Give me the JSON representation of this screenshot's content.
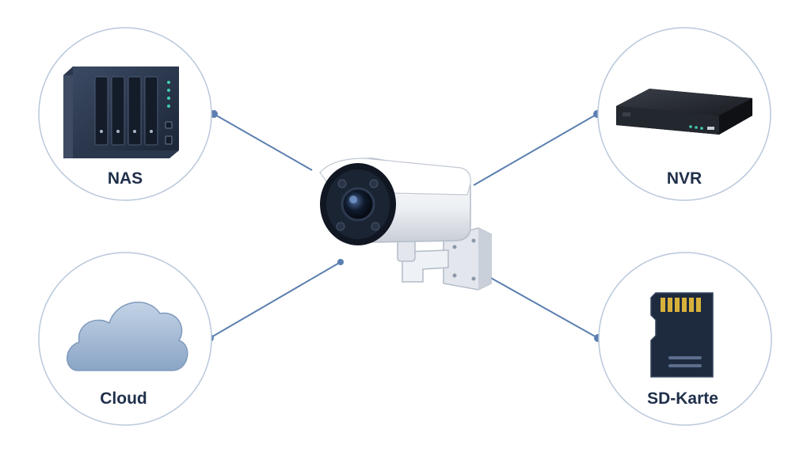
{
  "diagram": {
    "center": {
      "icon": "security-camera-icon"
    },
    "nodes": [
      {
        "id": "nas",
        "label": "NAS",
        "icon": "nas-storage-icon"
      },
      {
        "id": "nvr",
        "label": "NVR",
        "icon": "network-video-recorder-icon"
      },
      {
        "id": "cloud",
        "label": "Cloud",
        "icon": "cloud-icon"
      },
      {
        "id": "sd",
        "label": "SD-Karte",
        "icon": "sd-card-icon"
      }
    ],
    "colors": {
      "connector": "#5b7fb0",
      "circle_stroke": "#b9c8db",
      "label": "#1f2f4a",
      "device_dark": "#1e2a3d",
      "cloud_fill": "#9fb6d2"
    }
  }
}
